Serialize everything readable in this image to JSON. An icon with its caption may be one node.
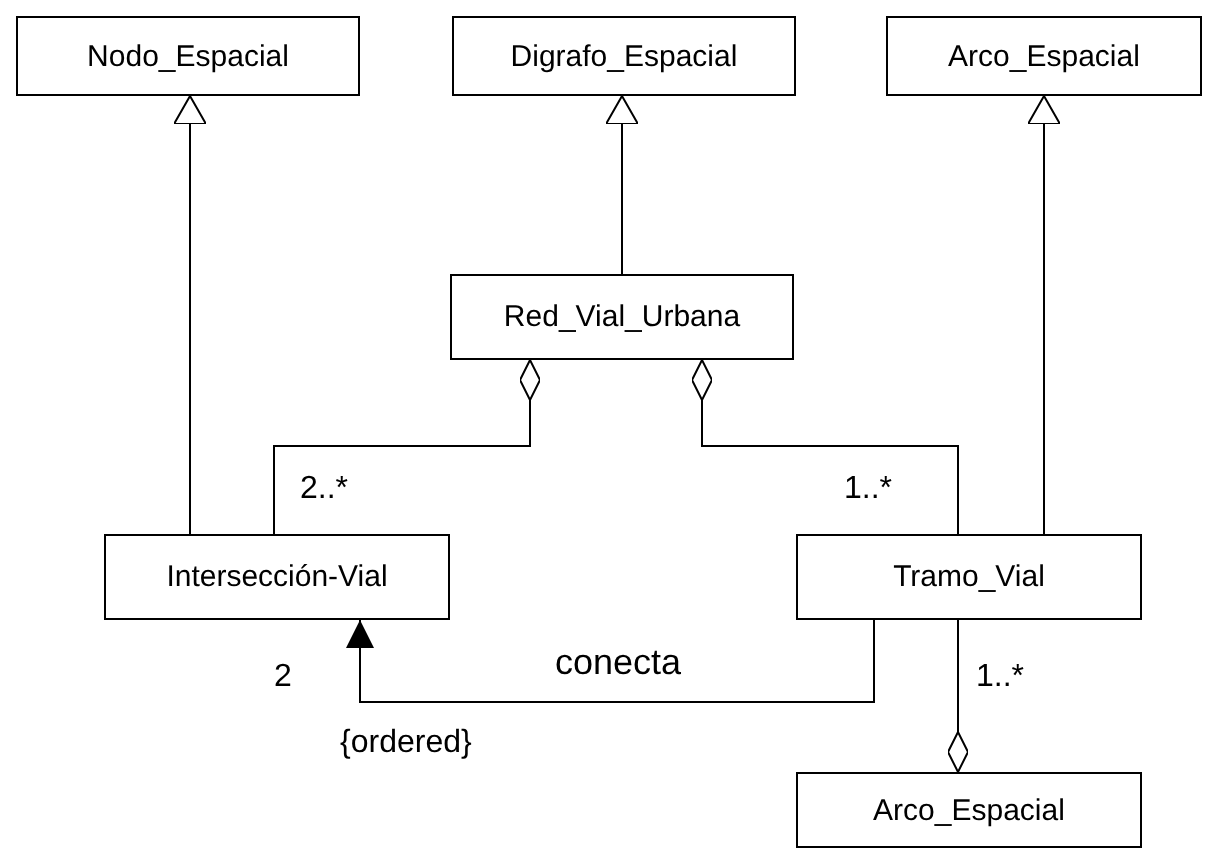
{
  "diagram": {
    "nodes": [
      {
        "text": [
          "Nodo_Espacial"
        ]
      },
      {
        "text": [
          "Digrafo_Espacial"
        ]
      },
      {
        "text": [
          "Arco_Espacial"
        ]
      },
      {
        "text": [
          "Red_Vial_Urbana"
        ]
      },
      {
        "text": [
          "Intersección-Vial"
        ]
      },
      {
        "text": [
          "Tramo_Vial"
        ]
      },
      {
        "text": [
          "Arco_Espacial"
        ]
      }
    ],
    "edges": [
      {
        "from": 4,
        "to": 0,
        "arrow": "to"
      },
      {
        "from": 3,
        "to": 1,
        "arrow": "to"
      },
      {
        "from": 5,
        "to": 2,
        "arrow": "to"
      },
      {
        "from": 4,
        "to": 3,
        "arrow": "other"
      },
      {
        "from": 5,
        "to": 3,
        "arrow": "other"
      },
      {
        "from": 5,
        "to": 4,
        "arrow": "to",
        "label": "conecta"
      },
      {
        "from": 5,
        "to": 6,
        "arrow": "other"
      }
    ],
    "labels": [
      "2..*",
      "1..*",
      "2",
      "{ordered}",
      "1..*"
    ]
  }
}
